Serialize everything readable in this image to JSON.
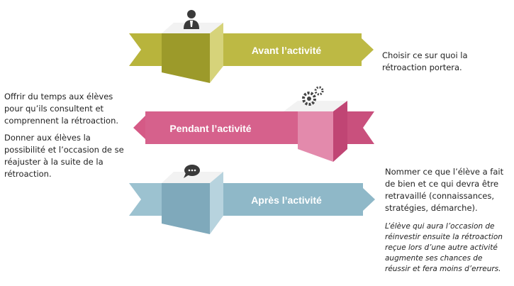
{
  "colors": {
    "avant": "#b8b43c",
    "pendant": "#d55a86",
    "apres": "#8fb8c8"
  },
  "icons": {
    "avant": "person-icon",
    "pendant": "gears-icon",
    "apres": "speech-bubbles-icon"
  },
  "stages": {
    "avant_label": "Avant l’activité",
    "pendant_label": "Pendant l’activité",
    "apres_label": "Après l’activité"
  },
  "notes": {
    "avant_text": "Choisir ce sur quoi la rétroaction portera.",
    "pendant_text_1": "Offrir du temps aux élèves pour qu’ils consultent et comprennent la rétroaction.",
    "pendant_text_2": "Donner aux élèves la possibilité et l’occasion de se réajuster à la suite de la rétroaction.",
    "apres_text": "Nommer ce que l’élève a fait de bien et ce qui devra être retravaillé (connaissances, stratégies, démarche).",
    "apres_italic": "L’élève qui aura l’occasion de réinvestir ensuite la rétroaction reçue lors d’une autre activité augmente ses chances de réussir et fera moins d’erreurs."
  }
}
